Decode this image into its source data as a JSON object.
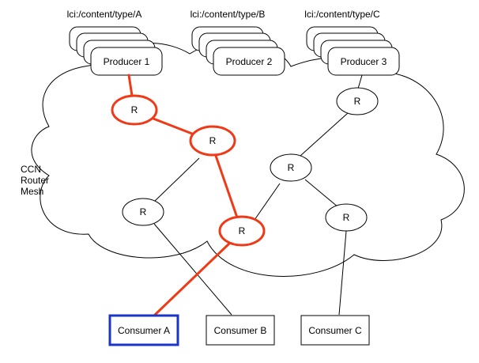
{
  "diagram": {
    "content_labels": [
      "lci:/content/type/A",
      "lci:/content/type/B",
      "lci:/content/type/C"
    ],
    "producers": [
      "Producer 1",
      "Producer 2",
      "Producer 3"
    ],
    "router_label": "R",
    "mesh_label": [
      "CCN",
      "Router",
      "Mesh"
    ],
    "consumers": [
      "Consumer A",
      "Consumer B",
      "Consumer C"
    ],
    "colors": {
      "highlight_path": "#f03a17",
      "selected_consumer": "#1a35c8",
      "default_stroke": "#000000"
    }
  }
}
